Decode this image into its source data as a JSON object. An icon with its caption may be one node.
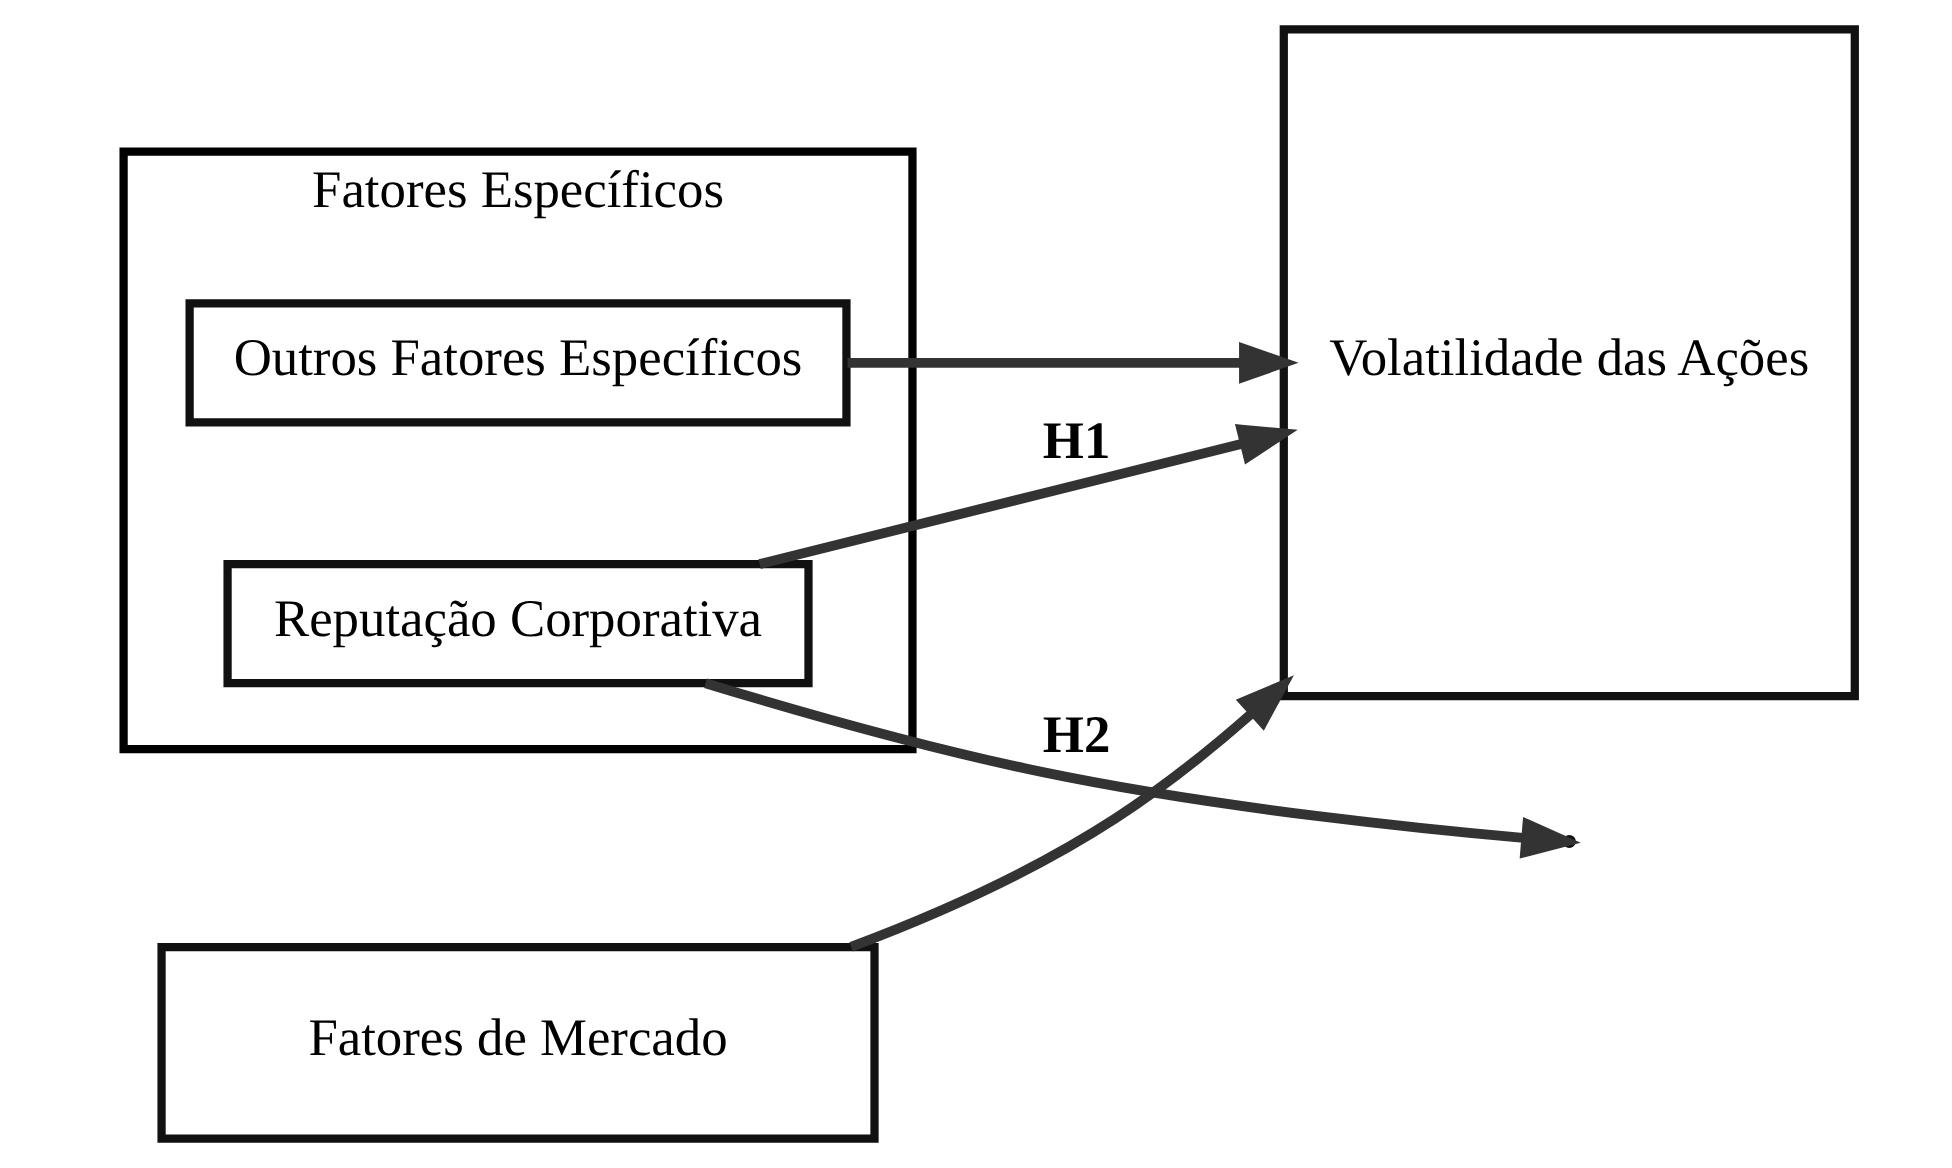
{
  "diagram": {
    "nodes": [
      {
        "text": [
          "Fatores Específicos"
        ]
      },
      {
        "text": [
          "Outros Fatores Específicos"
        ],
        "in": 0
      },
      {
        "text": [
          "Reputação Corporativa"
        ],
        "in": 0
      },
      {
        "text": [
          "Volatilidade das Ações"
        ]
      },
      {
        "text": [
          "Fatores de Mercado"
        ]
      }
    ],
    "edges": [
      {
        "from": 1,
        "to": 3,
        "arrow": "to"
      },
      {
        "from": 2,
        "to": 3,
        "arrow": "to",
        "label": "H1"
      },
      {
        "from": 2,
        "to": null,
        "arrow": "to",
        "label": "H2"
      },
      {
        "from": 4,
        "to": 3,
        "arrow": "to"
      }
    ]
  }
}
